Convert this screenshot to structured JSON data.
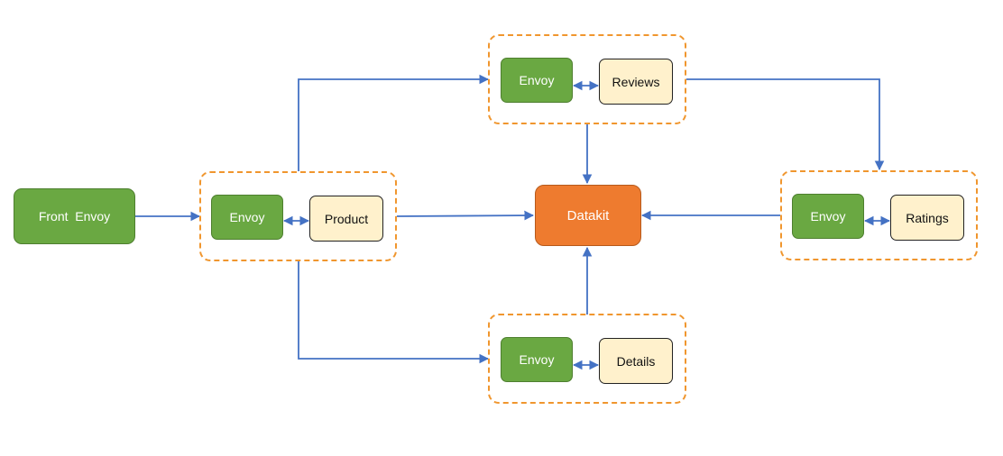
{
  "front": {
    "label": "Front  Envoy"
  },
  "datakit": {
    "label": "Datakit"
  },
  "product": {
    "envoy": "Envoy",
    "service": "Product"
  },
  "reviews": {
    "envoy": "Envoy",
    "service": "Reviews"
  },
  "ratings": {
    "envoy": "Envoy",
    "service": "Ratings"
  },
  "details": {
    "envoy": "Envoy",
    "service": "Details"
  },
  "colors": {
    "envoy": "#6AA842",
    "service": "#FFF1CC",
    "datakit": "#EE7B2F",
    "group_border": "#F0962E",
    "arrow": "#4472C4"
  }
}
